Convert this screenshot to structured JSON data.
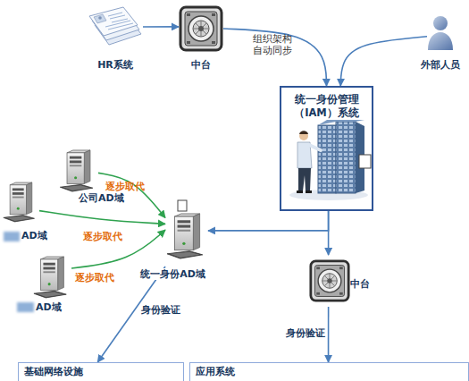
{
  "diagram": {
    "nodes": [
      {
        "text": [
          "HR系统"
        ]
      },
      {
        "text": [
          "中台"
        ]
      },
      {
        "text": [
          "外部人员"
        ]
      },
      {
        "text": [
          "统一身份管理 （IAM）系统"
        ]
      },
      {
        "text": [
          "公司AD域"
        ]
      },
      {
        "text": [
          "AD域"
        ]
      },
      {
        "text": [
          "统一身份AD域"
        ]
      },
      {
        "text": [
          "中台"
        ]
      },
      {
        "text": [
          "AD域"
        ]
      },
      {
        "text": [
          "基础网络设施"
        ]
      },
      {
        "text": [
          "应用系统"
        ]
      }
    ],
    "edges": [
      {
        "from": 0,
        "to": 1,
        "arrow": "to"
      },
      {
        "from": 1,
        "to": 3,
        "label": "组织架构 自动同步",
        "arrow": "to"
      },
      {
        "from": 2,
        "to": 3,
        "arrow": "to"
      },
      {
        "from": 3,
        "to": 6,
        "arrow": "to"
      },
      {
        "from": 3,
        "to": 7,
        "arrow": "to"
      },
      {
        "from": 4,
        "to": 6,
        "label": "逐步取代",
        "arrow": "to"
      },
      {
        "from": 5,
        "to": 6,
        "label": "逐步取代",
        "arrow": "to"
      },
      {
        "from": 8,
        "to": 6,
        "label": "逐步取代",
        "arrow": "to"
      },
      {
        "from": 6,
        "to": 9,
        "label": "身份验证",
        "arrow": "to"
      },
      {
        "from": 7,
        "to": 10,
        "label": "身份验证",
        "arrow": "to"
      }
    ]
  }
}
